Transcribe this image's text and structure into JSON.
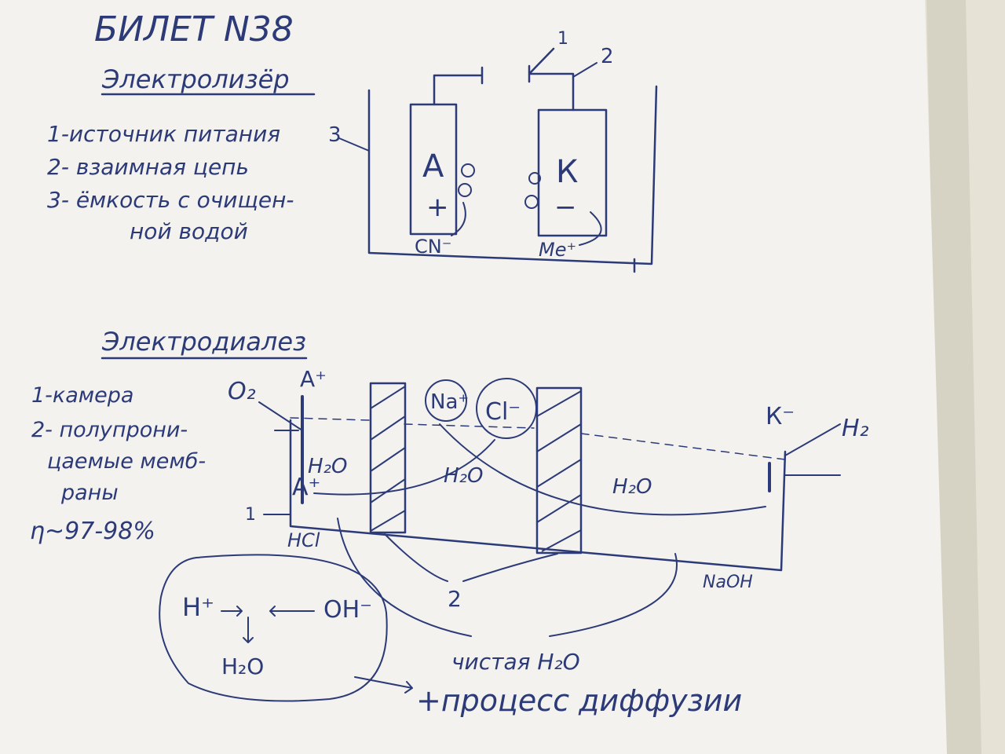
{
  "note": {
    "title": "БИЛЕТ N38",
    "electrolyzer": {
      "heading": "Электролизёр",
      "legend": [
        "1-источник питания",
        "2- взаимная цепь",
        "3- ёмкость с очищен-",
        "ной водой"
      ],
      "anode_label": "А",
      "cathode_label": "К",
      "anion_label": "CN⁻",
      "cation_label": "Me⁺",
      "callout_1": "1",
      "callout_2": "2",
      "callout_3": "3",
      "plus": "+",
      "minus": "−"
    },
    "electrodialysis": {
      "heading": "Электродиалез",
      "legend": [
        "1-камера",
        "2- полупрони-",
        "цаемые мемб-",
        "раны"
      ],
      "efficiency": "η~97-98%",
      "anode_label": "А⁺",
      "cathode_label": "К⁻",
      "o2": "O₂",
      "h2": "H₂",
      "na_ion": "Na⁺",
      "cl_ion": "Cl⁻",
      "water_left": "H₂O",
      "water_mid": "H₂O",
      "water_right": "H₂O",
      "hcl": "HCl",
      "naoh": "NaOH",
      "callout_1": "1",
      "callout_2": "2",
      "reaction_h": "H⁺",
      "reaction_oh": "OH⁻",
      "reaction_water": "H₂O",
      "clean_water": "чистая H₂O",
      "diffusion": "+процесс диффузии"
    }
  }
}
